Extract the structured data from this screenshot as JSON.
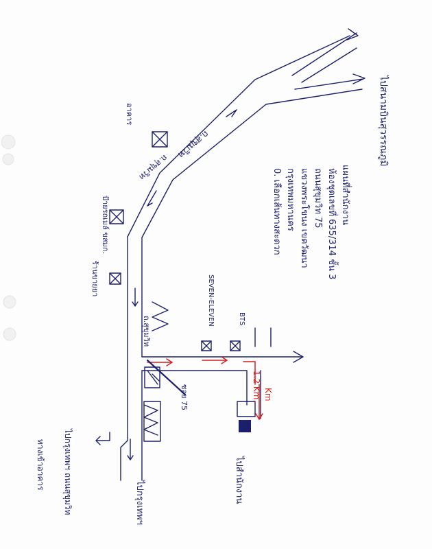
{
  "colors": {
    "ink": "#1c1f6b",
    "route": "#d42020",
    "paper": "#fdfdfd"
  },
  "labels": {
    "to_airport": "ไปสนามบินสุวรรณภูมิ",
    "main_road": "ถ.สุขุมวิท",
    "soi_sukhumvit": "ถ.สุขุมวิท",
    "bus_stop": "ป้ายรถเมล์ ขสมก.",
    "bts_station": "BTS",
    "soi_number": "ซอย 75",
    "seven_eleven": "SEVEN-ELEVEN",
    "pharmacy": "ร้านขายยา",
    "building": "อาคาร",
    "to_office": "ไปสำนักงาน",
    "to_city": "ไปกรุงเทพฯ",
    "distance": "1.2 Km.",
    "km_short": "Km",
    "note_title": "แผนที่สำนักงาน",
    "note_address": "ห้องชุดเลขที่ 635/314 ชั้น 3",
    "note_line3": "ถนนสุขุมวิท 75",
    "note_line4": "แขวงพระโขนง เขตวัฒนา",
    "note_line5": "กรุงเทพมหานคร",
    "note_line6": "0. เลือกเส้นทางสะดวก",
    "corner_note": "ทางเข้าอาคาร",
    "side_note": "ไปกรุงเทพฯ ถนนสุขุมวิท"
  }
}
